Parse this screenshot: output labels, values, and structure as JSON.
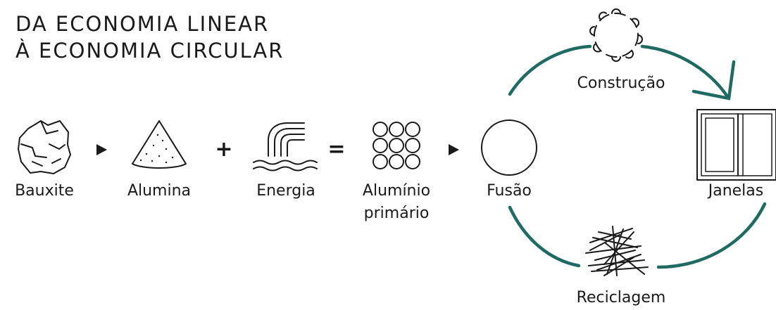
{
  "title": {
    "line1": "DA ECONOMIA LINEAR",
    "line2": "À ECONOMIA CIRCULAR"
  },
  "operators": {
    "plus": "+",
    "equals": "="
  },
  "labels": {
    "bauxite": "Bauxite",
    "alumina": "Alumina",
    "energia": "Energia",
    "aluminio_line1": "Alumínio",
    "aluminio_line2": "primário",
    "fusao": "Fusão",
    "construcao": "Construção",
    "janelas": "Janelas",
    "reciclagem": "Reciclagem"
  },
  "icons": [
    "rock-icon",
    "sand-pile-icon",
    "waterfall-icon",
    "circles-grid-icon",
    "circle-icon",
    "puzzle-ring-icon",
    "window-frame-icon",
    "scrap-pile-icon"
  ],
  "colors": {
    "cycle": "#1f6b64",
    "ink": "#1a1a1a"
  }
}
